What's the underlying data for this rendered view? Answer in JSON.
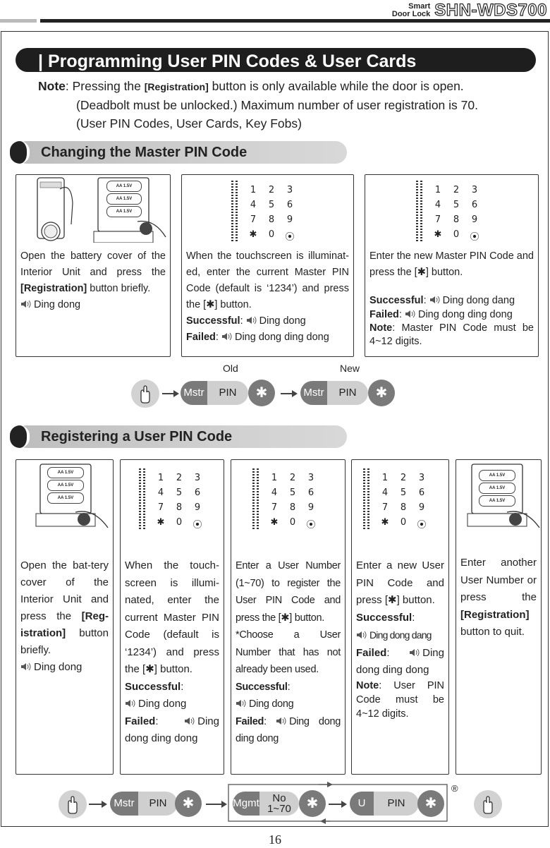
{
  "header": {
    "brand_line1": "Smart",
    "brand_line2": "Door Lock",
    "model": "SHN-WDS700"
  },
  "title": "|   Programming User PIN Codes & User Cards",
  "note": {
    "label": "Note",
    "line1_pre": ": Pressing the ",
    "reg_button": "[Registration]",
    "line1_post": " button is only available while the door is open.",
    "line2": "(Deadbolt must be unlocked.) Maximum number of user registration is 70.",
    "line3": "(User PIN Codes, User Cards, Key Fobs)"
  },
  "section1": {
    "title": "Changing the Master PIN Code",
    "cards": [
      {
        "text1": "Open the battery cover of the Interior Unit and press the ",
        "bold1": "[Registration]",
        "text2": " button briefly.",
        "sound": "Ding dong"
      },
      {
        "text1": "When the touchscreen is illuminat-ed, enter the current Master PIN Code (default is ‘1234’) and press the [",
        "star": "✱",
        "text2": "] button.",
        "success_label": "Successful",
        "success_sound": "Ding dong",
        "failed_label": "Failed",
        "failed_sound": "Ding dong ding dong"
      },
      {
        "text1": "Enter the new Master PIN Code and press the [",
        "star": "✱",
        "text2": "] button.",
        "success_label": "Successful",
        "success_sound": "Ding dong dang",
        "failed_label": "Failed",
        "failed_sound": "Ding dong ding dong",
        "note_label": "Note",
        "note_text": ": Master PIN Code must be 4~12 digits."
      }
    ],
    "sequence": {
      "label_old": "Old",
      "label_new": "New",
      "mstr": "Mstr",
      "pin": "PIN",
      "star": "✱"
    }
  },
  "section2": {
    "title": "Registering a User PIN Code",
    "cards": [
      {
        "text1": "Open the bat-tery cover of the Interior Unit and press the ",
        "bold1": "[Reg-istration]",
        "text2": " button briefly.",
        "sound": "Ding dong"
      },
      {
        "text1": "When the touch-screen is illumi-nated, enter the current Master PIN Code (default is ‘1234’) and press the [",
        "star": "✱",
        "text2": "] button.",
        "success_label": "Successful",
        "success_sound": "Ding dong",
        "failed_label": "Failed",
        "failed_sound": "Ding dong ding dong"
      },
      {
        "text1": "Enter a User Number (1~70) to register the User PIN Code and press the [",
        "star": "✱",
        "text2": "] button.",
        "text3": "*Choose a User Number that has not already been used.",
        "success_label": "Successful",
        "success_sound": "Ding dong",
        "failed_label": "Failed",
        "failed_sound": "Ding dong ding dong"
      },
      {
        "text1": "Enter a new User PIN Code and press [",
        "star": "✱",
        "text2": "] button.",
        "success_label": "Successful",
        "success_sound": "Ding dong dang",
        "failed_label": "Failed",
        "failed_sound": "Ding dong ding dong",
        "note_label": "Note",
        "note_text": ": User PIN Code must be 4~12 digits."
      },
      {
        "text1": "Enter another User Number or press the ",
        "bold1": "[Registration]",
        "text2": " button  to quit."
      }
    ],
    "sequence": {
      "mstr": "Mstr",
      "pin": "PIN",
      "mgmt": "Mgmt",
      "no_line1": "No",
      "no_line2": "1~70",
      "u": "U",
      "star": "✱",
      "reg_mark": "®"
    }
  },
  "keypad": {
    "keys": [
      "1",
      "2",
      "3",
      "4",
      "5",
      "6",
      "7",
      "8",
      "9",
      "✱",
      "0",
      "⦿"
    ]
  },
  "battery_label": "AA 1.5V",
  "page_number": "16"
}
